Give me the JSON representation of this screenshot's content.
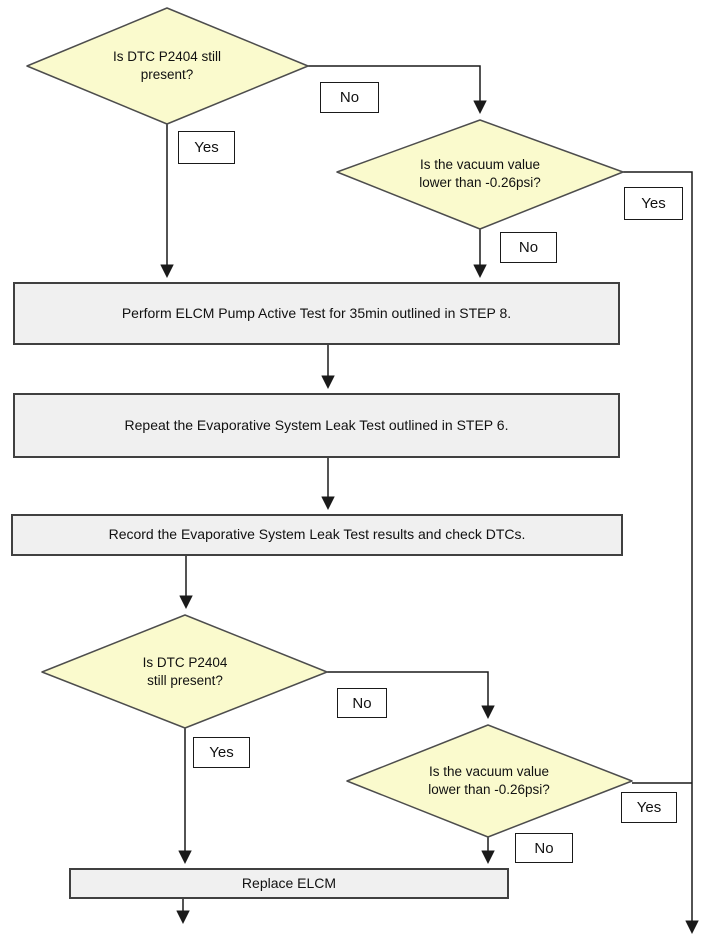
{
  "colors": {
    "decision_fill": "#FAFACD",
    "decision_border": "#4d4d4d",
    "process_fill": "#F0F0F0",
    "process_border": "#404040",
    "label_fill": "#FFFFFF",
    "label_border": "#1a1a1a",
    "connector": "#1a1a1a",
    "background": "#FFFFFF"
  },
  "flowchart": {
    "decisions": {
      "d1": {
        "line1": "Is DTC P2404 still",
        "line2": "present?"
      },
      "d2": {
        "line1": "Is the vacuum value",
        "line2": "lower than -0.26psi?"
      },
      "d3": {
        "line1": "Is DTC P2404",
        "line2": "still present?"
      },
      "d4": {
        "line1": "Is the vacuum value",
        "line2": "lower than -0.26psi?"
      }
    },
    "processes": {
      "p1": {
        "label": "Perform ELCM Pump Active Test for 35min outlined in STEP 8."
      },
      "p2": {
        "label": "Repeat the Evaporative System Leak Test outlined in STEP 6."
      },
      "p3": {
        "label": "Record the Evaporative System Leak Test results and check DTCs."
      },
      "p4": {
        "label": "Replace ELCM"
      }
    },
    "labels": {
      "no1": "No",
      "yes1": "Yes",
      "yes2": "Yes",
      "no2": "No",
      "no3": "No",
      "yes3": "Yes",
      "yes4": "Yes",
      "no4": "No"
    }
  }
}
